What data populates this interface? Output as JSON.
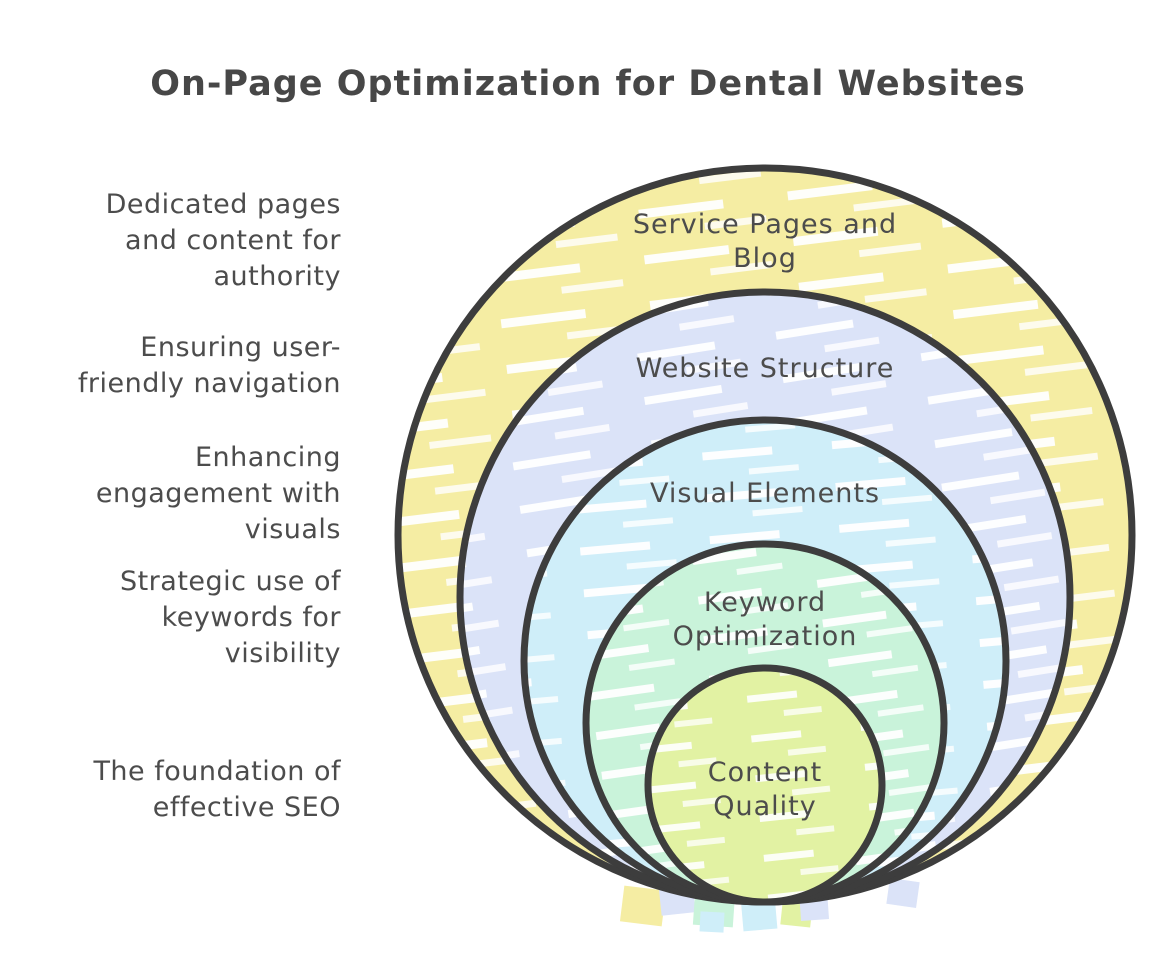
{
  "title": "On-Page Optimization for Dental Websites",
  "colors": {
    "stroke": "#3d3d3d",
    "text": "#4c4c4c",
    "title": "#474747",
    "background": "#ffffff"
  },
  "diagram": {
    "type": "nested-circles",
    "rings": [
      {
        "label": "Service Pages and Blog",
        "label_lines": [
          "Service Pages and",
          "Blog"
        ],
        "fill": "#f5eda3",
        "description": "Dedicated pages and content for authority",
        "desc_lines": [
          "Dedicated pages",
          "and content for",
          "authority"
        ]
      },
      {
        "label": "Website Structure",
        "label_lines": [
          "Website Structure"
        ],
        "fill": "#dbe3f8",
        "description": "Ensuring user-friendly navigation",
        "desc_lines": [
          "Ensuring user-",
          "friendly navigation"
        ]
      },
      {
        "label": "Visual Elements",
        "label_lines": [
          "Visual Elements"
        ],
        "fill": "#cfeef9",
        "description": "Enhancing engagement with visuals",
        "desc_lines": [
          "Enhancing",
          "engagement with",
          "visuals"
        ]
      },
      {
        "label": "Keyword Optimization",
        "label_lines": [
          "Keyword",
          "Optimization"
        ],
        "fill": "#c9f3da",
        "description": "Strategic use of keywords for visibility",
        "desc_lines": [
          "Strategic use of",
          "keywords for",
          "visibility"
        ]
      },
      {
        "label": "Content Quality",
        "label_lines": [
          "Content",
          "Quality"
        ],
        "fill": "#e2f2a3",
        "description": "The foundation of effective SEO",
        "desc_lines": [
          "The foundation of",
          "effective SEO"
        ]
      }
    ]
  }
}
